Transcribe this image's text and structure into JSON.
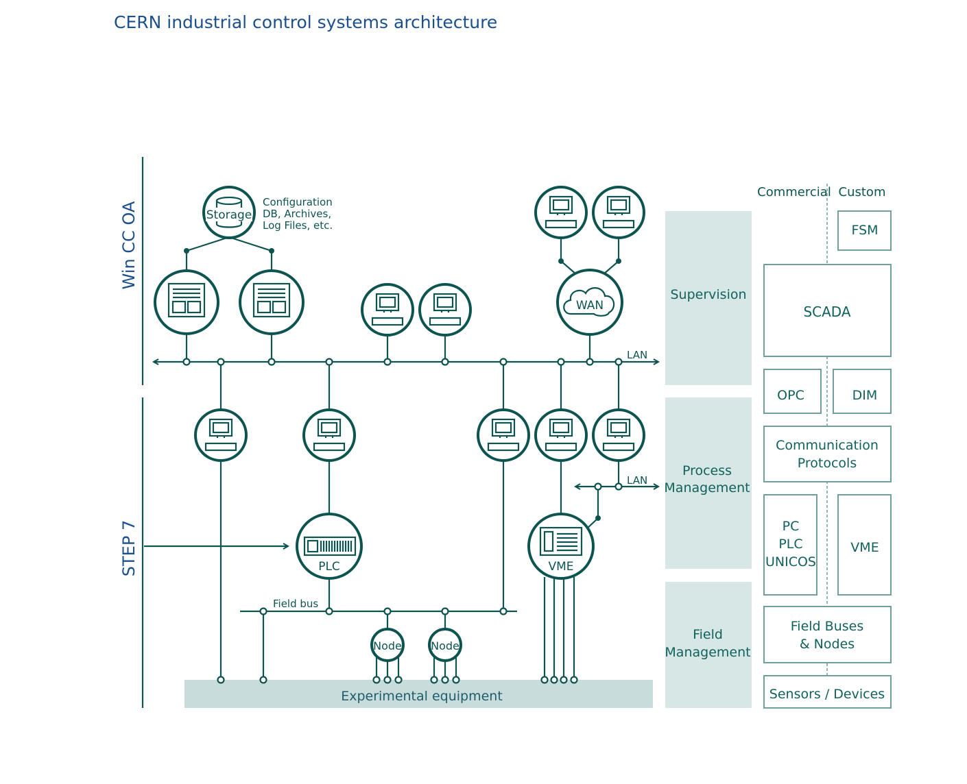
{
  "title": "CERN industrial control systems architecture",
  "labels": {
    "wincc": "Win CC OA",
    "step7": "STEP 7",
    "storage": "Storage",
    "storage_desc": [
      "Configuration",
      "DB, Archives,",
      "Log Files, etc."
    ],
    "wan": "WAN",
    "lan_top": "LAN",
    "lan_mid": "LAN",
    "plc": "PLC",
    "vme": "VME",
    "field_bus": "Field bus",
    "node_1": "Node",
    "node_2": "Node",
    "experimental": "Experimental equipment"
  },
  "levels": {
    "supervision": "Supervision",
    "process_line1": "Process",
    "process_line2": "Management",
    "field_line1": "Field",
    "field_line2": "Management"
  },
  "stack": {
    "commercial": "Commercial",
    "custom": "Custom",
    "fsm": "FSM",
    "scada": "SCADA",
    "opc": "OPC",
    "dim": "DIM",
    "comm_line1": "Communication",
    "comm_line2": "Protocols",
    "pc": "PC",
    "plc": "PLC",
    "unicos": "UNICOS",
    "vme": "VME",
    "fieldbuses_line1": "Field Buses",
    "fieldbuses_line2": "& Nodes",
    "sensors": "Sensors / Devices"
  },
  "colors": {
    "line": "#0d5450",
    "band": "#d7e7e6",
    "equipment_band": "#c7dcdb",
    "title": "#1c4f8f"
  }
}
